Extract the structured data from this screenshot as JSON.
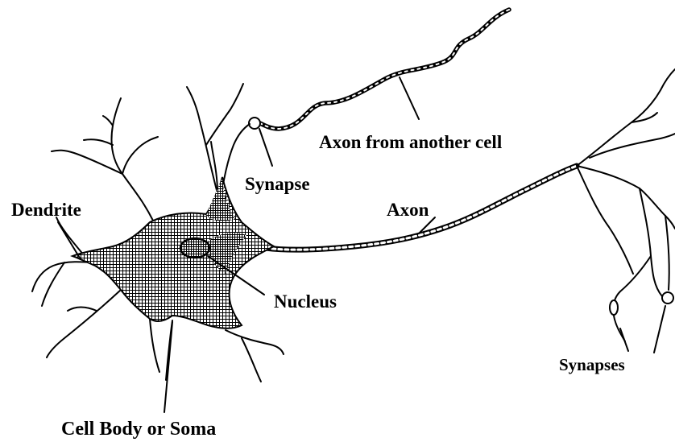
{
  "diagram": {
    "labels": {
      "dendrite": "Dendrite",
      "synapse": "Synapse",
      "axon_from_another_cell": "Axon from another cell",
      "axon": "Axon",
      "nucleus": "Nucleus",
      "synapses": "Synapses",
      "cell_body": "Cell Body or Soma"
    }
  }
}
